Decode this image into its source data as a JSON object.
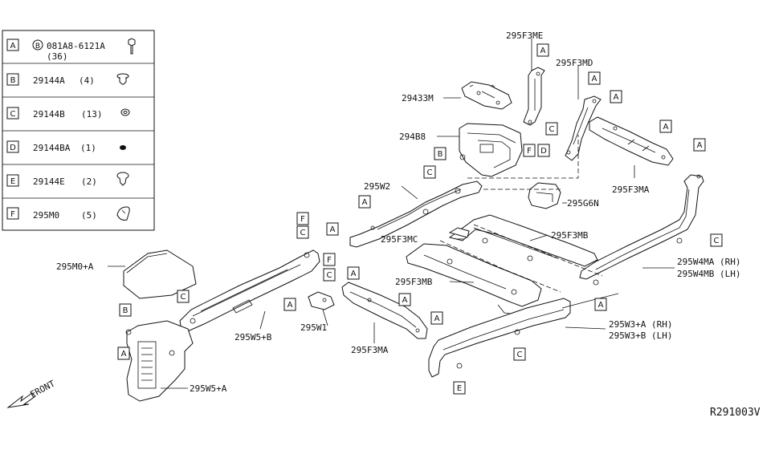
{
  "legend": [
    {
      "key": "A",
      "circle": "B",
      "part": "081A8-6121A",
      "qty_line": "(36)"
    },
    {
      "key": "B",
      "part": "29144A",
      "qty": "(4)"
    },
    {
      "key": "C",
      "part": "29144B",
      "qty": "(13)"
    },
    {
      "key": "D",
      "part": "29144BA",
      "qty": "(1)"
    },
    {
      "key": "E",
      "part": "29144E",
      "qty": "(2)"
    },
    {
      "key": "F",
      "part": "295M0",
      "qty": "(5)"
    }
  ],
  "labels": {
    "p295F3ME": "295F3ME",
    "p295F3MD": "295F3MD",
    "p29433M": "29433M",
    "p294B8": "294B8",
    "p295W2": "295W2",
    "p295F3MA_right": "295F3MA",
    "p295G6N": "295G6N",
    "p295F3MC": "295F3MC",
    "p295F3MB_top": "295F3MB",
    "p295M0A": "295M0+A",
    "p295F3MB_mid": "295F3MB",
    "p295W4MA": "295W4MA (RH)",
    "p295W4MB": "295W4MB (LH)",
    "p295W5B": "295W5+B",
    "p295W1": "295W1",
    "p295F3MA_bottom": "295F3MA",
    "p295W3A": "295W3+A (RH)",
    "p295W3B": "295W3+B (LH)",
    "p295W5A": "295W5+A",
    "front": "FRONT",
    "ref": "R291003V"
  },
  "callouts": {
    "c_me_A": "A",
    "c_md_A": "A",
    "c_me_C": "C",
    "c_ma_A1": "A",
    "c_ma_A2": "A",
    "c_b8_B": "B",
    "c_F": "F",
    "c_D": "D",
    "c_w2_C": "C",
    "c_w2_A": "A",
    "c_w4_A": "A",
    "c_w4_C": "C",
    "c_mc_A": "A",
    "c_w5b_F": "F",
    "c_w5b_C": "C",
    "c_w1_F": "F",
    "c_w1_C": "C",
    "c_w1_A": "A",
    "c_w5b_C2": "C",
    "c_ma_A3": "A",
    "c_ma_A4": "A",
    "c_mb_A": "A",
    "c_w3_A": "A",
    "c_w3_C": "C",
    "c_w3_E": "E",
    "c_w5a_B": "B",
    "c_w5a_A": "A"
  }
}
